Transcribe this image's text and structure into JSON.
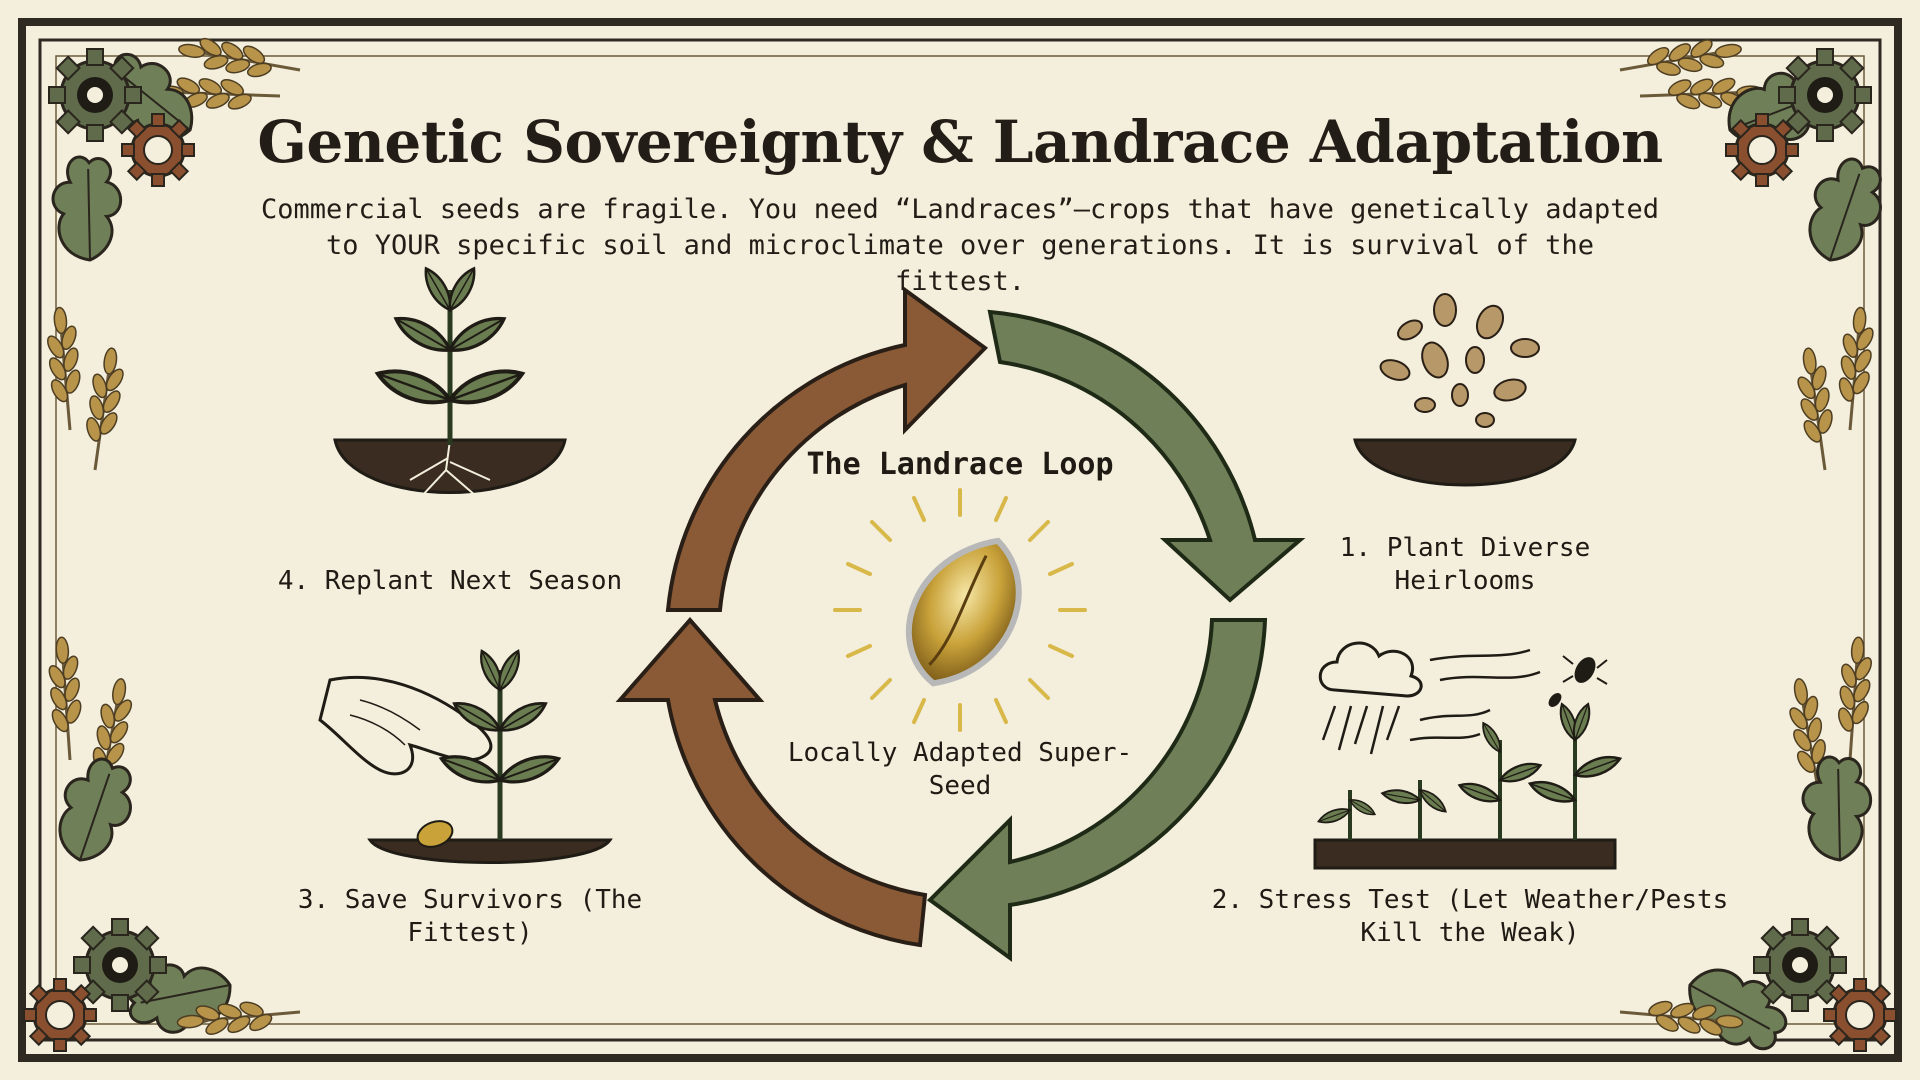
{
  "header": {
    "title": "Genetic Sovereignty & Landrace Adaptation",
    "subtitle": "Commercial seeds are fragile. You need “Landraces”—crops that have genetically adapted to YOUR specific soil and microclimate over generations. It is survival of the fittest."
  },
  "cycle": {
    "title": "The Landrace Loop",
    "center_label": "Locally Adapted Super-Seed",
    "steps": [
      {
        "label": "1. Plant Diverse Heirlooms"
      },
      {
        "label": "2. Stress Test (Let Weather/Pests Kill the Weak)"
      },
      {
        "label": "3. Save Survivors (The Fittest)"
      },
      {
        "label": "4. Replant Next Season"
      }
    ]
  },
  "colors": {
    "background": "#f3efdc",
    "border_dark": "#2e2a22",
    "arrow_brown": "#8a5a36",
    "arrow_green": "#6f7f58",
    "seed_gold": "#c9a23a",
    "leaf_green": "#5f7448",
    "soil": "#3a2c20"
  },
  "icons": {
    "corner_gear": "gear-icon",
    "wheat": "wheat-icon",
    "oak_leaf": "oak-leaf-icon",
    "sprout": "sprout-icon",
    "seeds": "seeds-icon",
    "weather": "storm-cloud-icon",
    "pest": "insect-icon",
    "hand": "hand-icon",
    "seed": "golden-seed-icon"
  }
}
